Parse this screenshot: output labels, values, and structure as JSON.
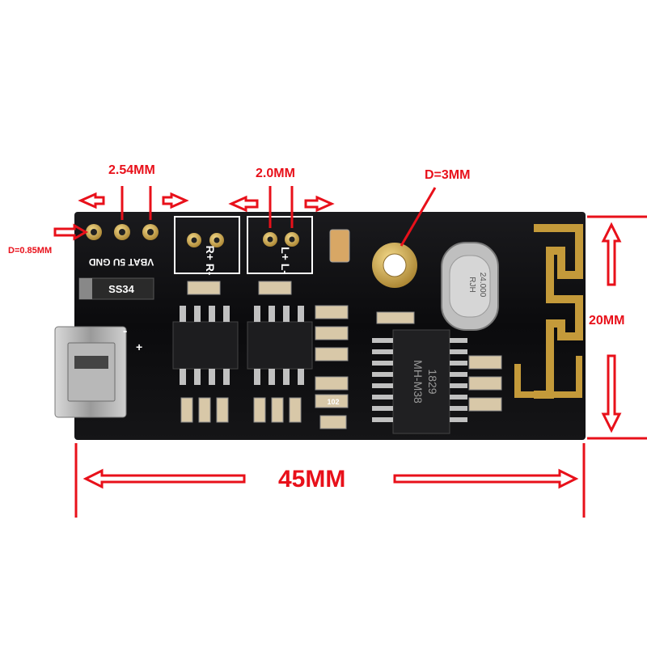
{
  "dimensions": {
    "pin_pitch": "2.54MM",
    "speaker_pitch": "2.0MM",
    "hole_diameter": "D=3MM",
    "pin_diameter": "D=0.85MM",
    "board_height": "20MM",
    "board_width": "45MM"
  },
  "silkscreen": {
    "pin_labels": "VBAT 5U GND",
    "right_channel": "R+ R-",
    "left_channel": "L+ L-",
    "diode": "SS34",
    "crystal_brand": "RJH",
    "crystal_freq": "24.000",
    "chip_model": "MH-M38",
    "chip_date": "1829",
    "resistor_code": "102",
    "usb_minus": "-",
    "usb_plus": "+"
  },
  "colors": {
    "annotation": "#e8101a",
    "pcb": "#0d0d0f",
    "gold": "#c9a040"
  }
}
